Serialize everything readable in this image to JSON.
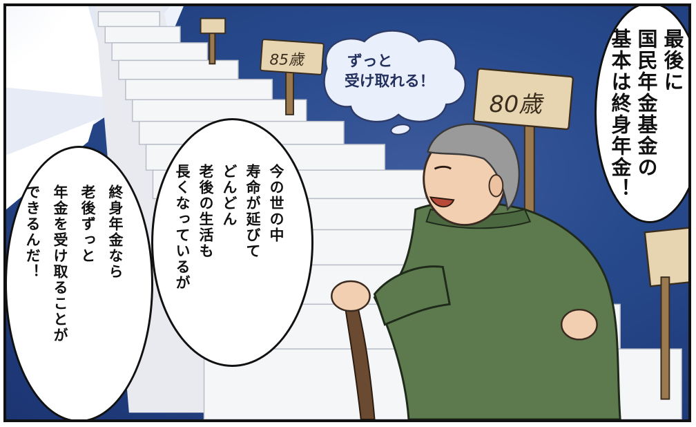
{
  "signs": {
    "age_85": "85歳",
    "age_80": "80歳"
  },
  "thought_bubble": {
    "line1": "ずっと",
    "line2": "受け取れる！"
  },
  "narration_bubble": {
    "lines": [
      "最後に",
      "国民年金基金の",
      "基本は終身年金！"
    ],
    "emphasis_prefix": "基本は",
    "emphasis_text": "終身年金！"
  },
  "middle_bubble": {
    "lines": [
      "今の世の中",
      "寿命が延びて",
      "どんどん",
      "老後の生活も",
      "長くなっているが"
    ]
  },
  "left_bubble": {
    "lines": [
      "終身年金なら",
      "老後ずっと",
      "年金を受け取ることが",
      "できるんだ！"
    ]
  },
  "colors": {
    "night_blue": "#1c3472",
    "sweater_green": "#5d7a4e",
    "hair_gray": "#9a9a9a",
    "skin": "#f2cfb1",
    "stairs": "#f4f4f6",
    "cane": "#6a4a30"
  }
}
